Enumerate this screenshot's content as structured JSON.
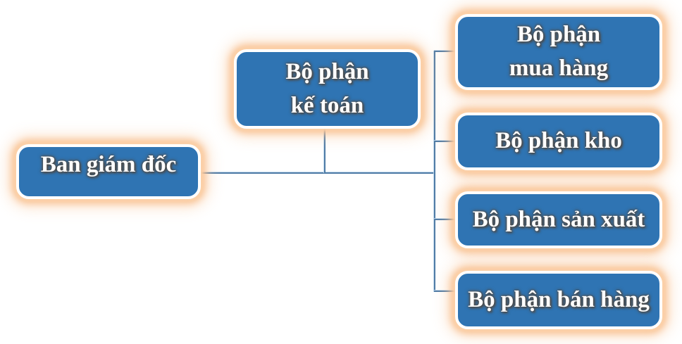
{
  "diagram": {
    "title": "Organizational chart",
    "type": "org-chart",
    "colors": {
      "node_fill": "#2F74B3",
      "node_border": "#FFFFFF",
      "node_glow": "#F9C394",
      "connector": "#4E7BA6",
      "label_text": "#FFFFFF",
      "label_outline": "#4A4A4A",
      "background": "#FFFFFF"
    },
    "nodes": [
      {
        "id": "ban-giam-doc",
        "label": "Ban giám đốc"
      },
      {
        "id": "ke-toan",
        "label": "Bộ phận\nkế toán"
      },
      {
        "id": "mua-hang",
        "label": "Bộ phận\nmua hàng"
      },
      {
        "id": "kho",
        "label": "Bộ phận kho"
      },
      {
        "id": "san-xuat",
        "label": "Bộ phận sản xuất"
      },
      {
        "id": "ban-hang",
        "label": "Bộ phận bán hàng"
      }
    ],
    "edges": [
      {
        "from": "ban-giam-doc",
        "to": "ke-toan"
      },
      {
        "from": "ban-giam-doc",
        "to": "mua-hang"
      },
      {
        "from": "ban-giam-doc",
        "to": "kho"
      },
      {
        "from": "ban-giam-doc",
        "to": "san-xuat"
      },
      {
        "from": "ban-giam-doc",
        "to": "ban-hang"
      }
    ]
  }
}
